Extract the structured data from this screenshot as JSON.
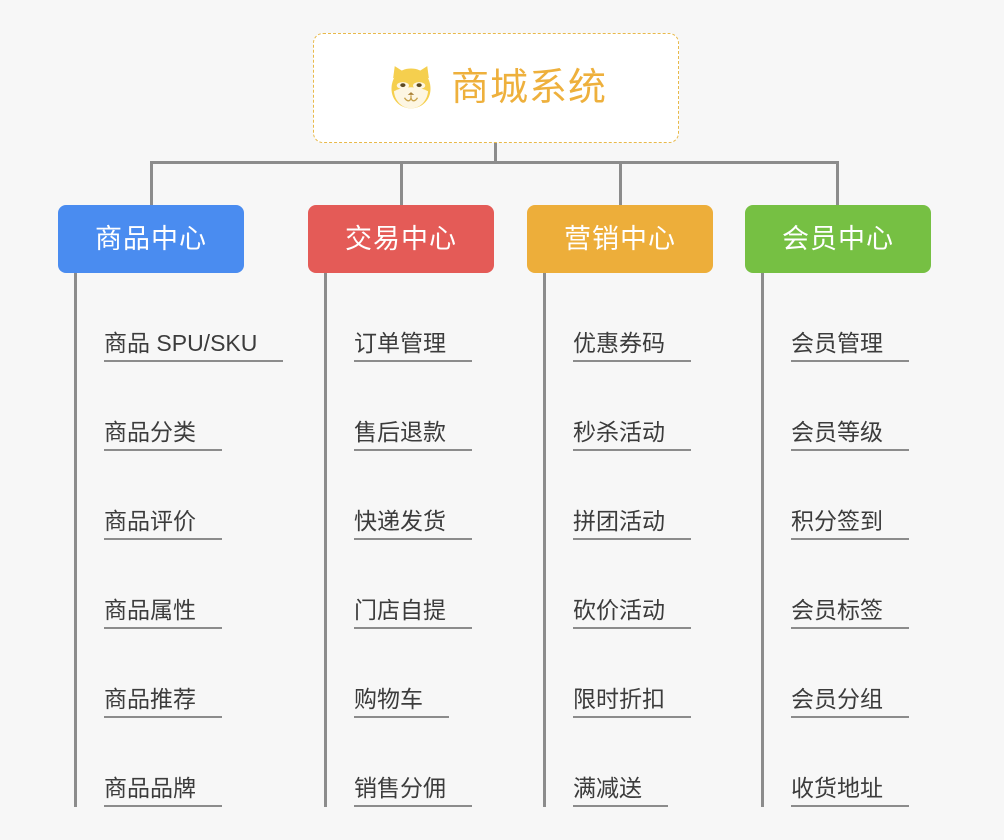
{
  "root": {
    "title": "商城系统",
    "icon": "shiba-dog-face-icon",
    "border_color": "#e8b94a",
    "text_color": "#eeb03c"
  },
  "line_color": "#8c8c8c",
  "background_color": "#f7f7f7",
  "branches": [
    {
      "label": "商品中心",
      "color": "#4a8cf0",
      "items": [
        "商品 SPU/SKU",
        "商品分类",
        "商品评价",
        "商品属性",
        "商品推荐",
        "商品品牌"
      ]
    },
    {
      "label": "交易中心",
      "color": "#e45b57",
      "items": [
        "订单管理",
        "售后退款",
        "快递发货",
        "门店自提",
        "购物车",
        "销售分佣"
      ]
    },
    {
      "label": "营销中心",
      "color": "#edae3a",
      "items": [
        "优惠券码",
        "秒杀活动",
        "拼团活动",
        "砍价活动",
        "限时折扣",
        "满减送"
      ]
    },
    {
      "label": "会员中心",
      "color": "#76c043",
      "items": [
        "会员管理",
        "会员等级",
        "积分签到",
        "会员标签",
        "会员分组",
        "收货地址"
      ]
    }
  ]
}
